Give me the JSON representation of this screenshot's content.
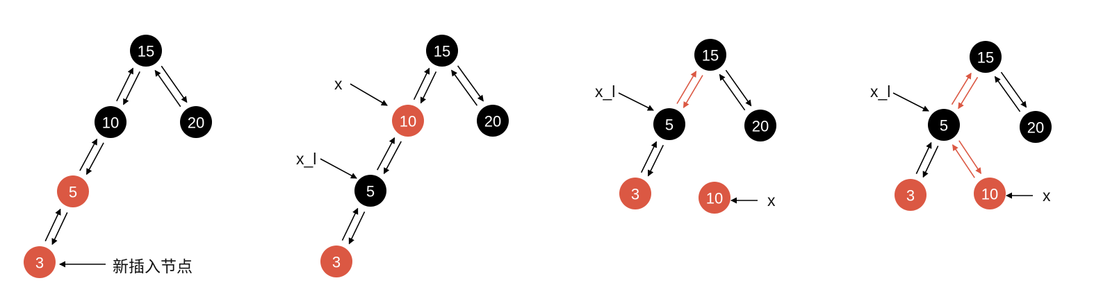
{
  "colors": {
    "black_node": "#000000",
    "red_node": "#DB5843",
    "red_arrow": "#DB5843",
    "node_text": "#ffffff"
  },
  "steps": [
    {
      "nodes": [
        {
          "id": "15",
          "label": "15",
          "color": "black"
        },
        {
          "id": "10",
          "label": "10",
          "color": "black"
        },
        {
          "id": "20",
          "label": "20",
          "color": "black"
        },
        {
          "id": "5",
          "label": "5",
          "color": "red"
        },
        {
          "id": "3",
          "label": "3",
          "color": "red"
        }
      ],
      "links": [
        {
          "from": "15",
          "to": "10",
          "highlight": false
        },
        {
          "from": "15",
          "to": "20",
          "highlight": false
        },
        {
          "from": "10",
          "to": "5",
          "highlight": false
        },
        {
          "from": "5",
          "to": "3",
          "highlight": false
        }
      ],
      "pointers": [
        {
          "label": "新插入节点",
          "target": "3"
        }
      ]
    },
    {
      "nodes": [
        {
          "id": "15",
          "label": "15",
          "color": "black"
        },
        {
          "id": "10",
          "label": "10",
          "color": "red"
        },
        {
          "id": "20",
          "label": "20",
          "color": "black"
        },
        {
          "id": "5",
          "label": "5",
          "color": "black"
        },
        {
          "id": "3",
          "label": "3",
          "color": "red"
        }
      ],
      "links": [
        {
          "from": "15",
          "to": "10",
          "highlight": false
        },
        {
          "from": "15",
          "to": "20",
          "highlight": false
        },
        {
          "from": "10",
          "to": "5",
          "highlight": false
        },
        {
          "from": "5",
          "to": "3",
          "highlight": false
        }
      ],
      "pointers": [
        {
          "label": "x",
          "target": "10"
        },
        {
          "label": "x_l",
          "target": "5"
        }
      ]
    },
    {
      "nodes": [
        {
          "id": "15",
          "label": "15",
          "color": "black"
        },
        {
          "id": "5",
          "label": "5",
          "color": "black"
        },
        {
          "id": "20",
          "label": "20",
          "color": "black"
        },
        {
          "id": "3",
          "label": "3",
          "color": "red"
        },
        {
          "id": "10",
          "label": "10",
          "color": "red"
        }
      ],
      "links": [
        {
          "from": "15",
          "to": "5",
          "highlight": true
        },
        {
          "from": "15",
          "to": "20",
          "highlight": false
        },
        {
          "from": "5",
          "to": "3",
          "highlight": false
        }
      ],
      "pointers": [
        {
          "label": "x_l",
          "target": "5"
        },
        {
          "label": "x",
          "target": "10"
        }
      ]
    },
    {
      "nodes": [
        {
          "id": "15",
          "label": "15",
          "color": "black"
        },
        {
          "id": "5",
          "label": "5",
          "color": "black"
        },
        {
          "id": "20",
          "label": "20",
          "color": "black"
        },
        {
          "id": "3",
          "label": "3",
          "color": "red"
        },
        {
          "id": "10",
          "label": "10",
          "color": "red"
        }
      ],
      "links": [
        {
          "from": "15",
          "to": "5",
          "highlight": true
        },
        {
          "from": "15",
          "to": "20",
          "highlight": false
        },
        {
          "from": "5",
          "to": "3",
          "highlight": false
        },
        {
          "from": "5",
          "to": "10",
          "highlight": true
        }
      ],
      "pointers": [
        {
          "label": "x_l",
          "target": "5"
        },
        {
          "label": "x",
          "target": "10"
        }
      ]
    }
  ]
}
